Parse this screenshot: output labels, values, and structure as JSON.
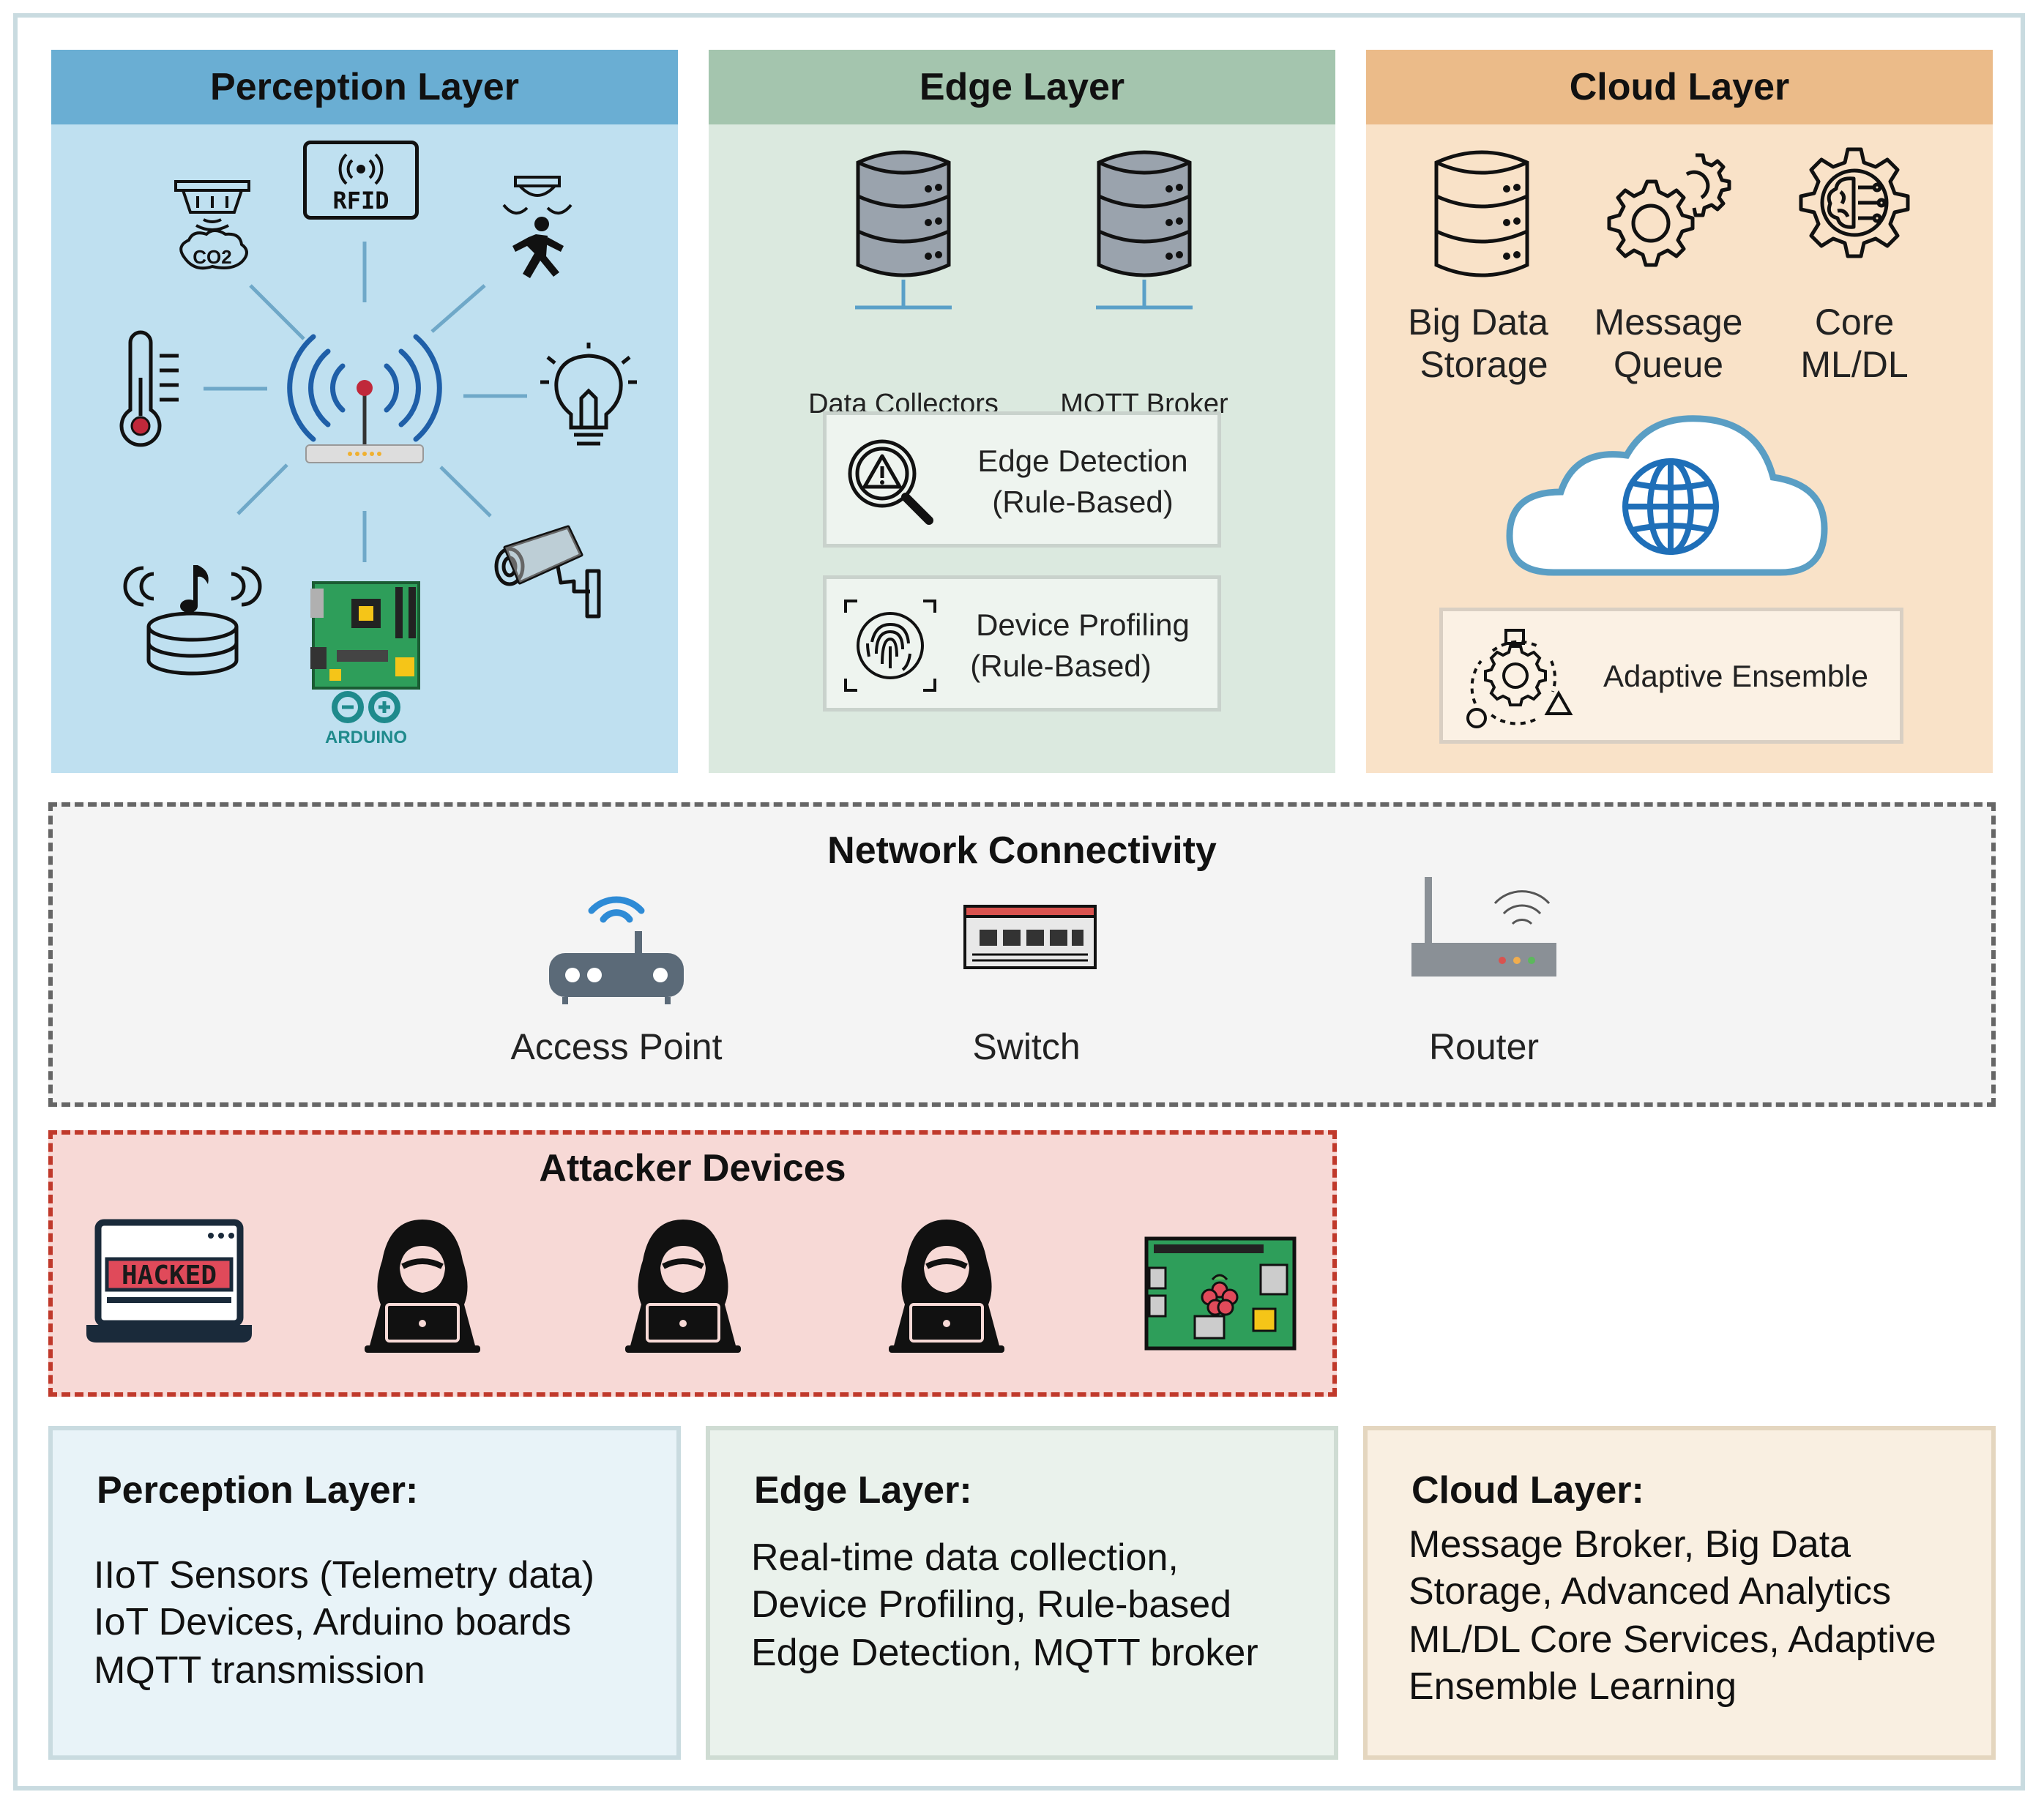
{
  "layers": {
    "perception": {
      "title": "Perception Layer",
      "rfid": "RFID",
      "co2": "CO2",
      "arduino": "ARDUINO"
    },
    "edge": {
      "title": "Edge Layer",
      "data_collectors": "Data Collectors",
      "mqtt_broker": "MQTT Broker",
      "detection_line1": "Edge Detection",
      "detection_line2": "(Rule-Based)",
      "profiling_line1": "Device Profiling",
      "profiling_line2": "(Rule-Based)"
    },
    "cloud": {
      "title": "Cloud Layer",
      "storage_line1": "Big Data",
      "storage_line2": "Storage",
      "queue_line1": "Message",
      "queue_line2": "Queue",
      "core_line1": "Core",
      "core_line2": "ML/DL",
      "ensemble": "Adaptive Ensemble"
    }
  },
  "network": {
    "title": "Network Connectivity",
    "access_point": "Access Point",
    "switch": "Switch",
    "router": "Router"
  },
  "attackers": {
    "title": "Attacker Devices",
    "hacked": "HACKED"
  },
  "summaries": {
    "perception": {
      "title": "Perception Layer:",
      "lines": [
        "IIoT Sensors (Telemetry data)",
        "IoT Devices, Arduino boards",
        "MQTT transmission"
      ]
    },
    "edge": {
      "title": "Edge Layer:",
      "lines": [
        "Real-time data collection,",
        "Device Profiling, Rule-based",
        "Edge Detection, MQTT broker"
      ]
    },
    "cloud": {
      "title": "Cloud Layer:",
      "lines": [
        "Message Broker, Big Data",
        "Storage, Advanced Analytics",
        "ML/DL Core Services, Adaptive",
        "Ensemble Learning"
      ]
    }
  },
  "colors": {
    "perception_header": "#6aaed3",
    "perception_bg": "#bfe0f0",
    "edge_header": "#a4c5ae",
    "edge_bg": "#dbe9df",
    "cloud_header": "#ebbb89",
    "cloud_bg": "#f9e2c8",
    "attacker_border": "#c0392b",
    "attacker_bg": "#f7d9d6"
  }
}
